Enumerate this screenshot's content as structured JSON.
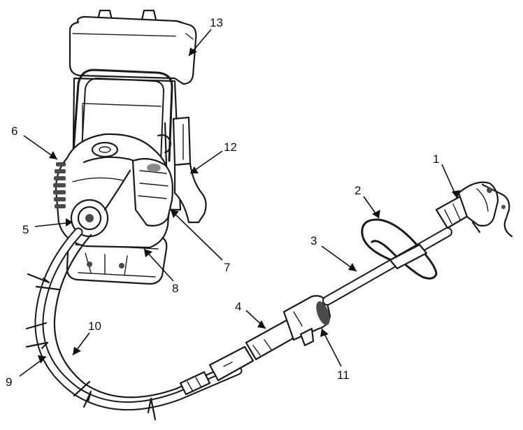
{
  "diagram": {
    "callouts": [
      {
        "id": "1",
        "label": "1"
      },
      {
        "id": "2",
        "label": "2"
      },
      {
        "id": "3",
        "label": "3"
      },
      {
        "id": "4",
        "label": "4"
      },
      {
        "id": "5",
        "label": "5"
      },
      {
        "id": "6",
        "label": "6"
      },
      {
        "id": "7",
        "label": "7"
      },
      {
        "id": "8",
        "label": "8"
      },
      {
        "id": "9",
        "label": "9"
      },
      {
        "id": "10",
        "label": "10"
      },
      {
        "id": "11",
        "label": "11"
      },
      {
        "id": "12",
        "label": "12"
      },
      {
        "id": "13",
        "label": "13"
      }
    ],
    "colors": {
      "ink": "#1a1a1a",
      "background": "#ffffff",
      "shade": "#8a8a8a"
    }
  }
}
